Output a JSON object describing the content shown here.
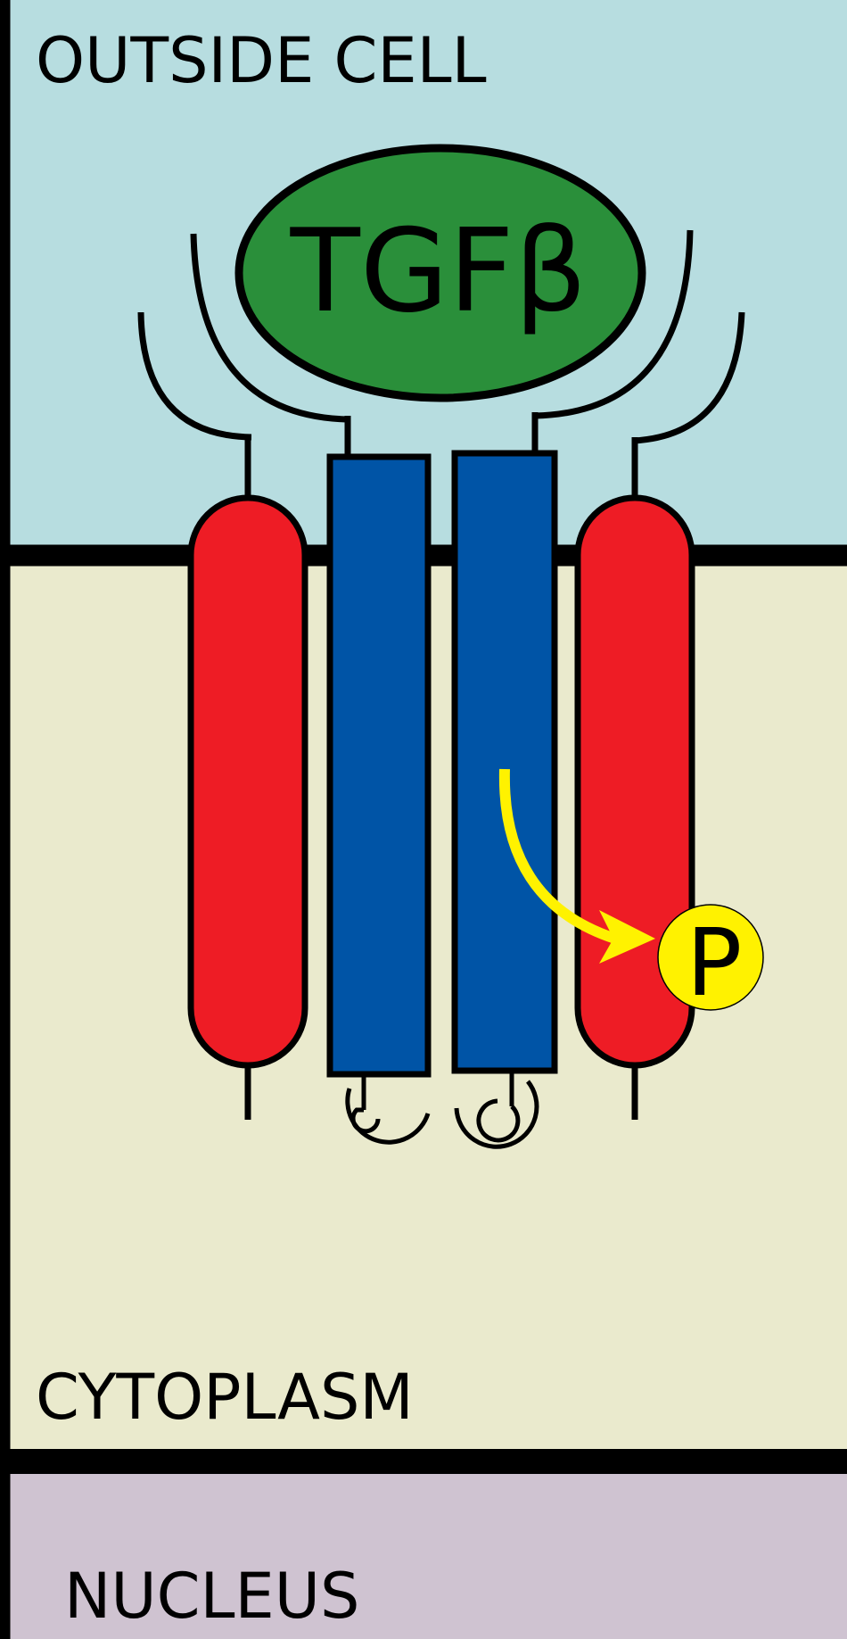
{
  "regions": {
    "outside": {
      "label": "OUTSIDE CELL",
      "color": "#b7dde0"
    },
    "cytoplasm": {
      "label": "CYTOPLASM",
      "color": "#eaeacd"
    },
    "nucleus": {
      "label": "NUCLEUS",
      "color": "#cfc3d1"
    }
  },
  "ligand": {
    "label": "TGFβ",
    "color": "#2a8f3a"
  },
  "receptors": {
    "type1_color": "#ee1c25",
    "type2_color": "#0054a6"
  },
  "phosphate": {
    "label": "P",
    "color": "#fff200"
  },
  "arrow": {
    "color": "#fff200"
  }
}
